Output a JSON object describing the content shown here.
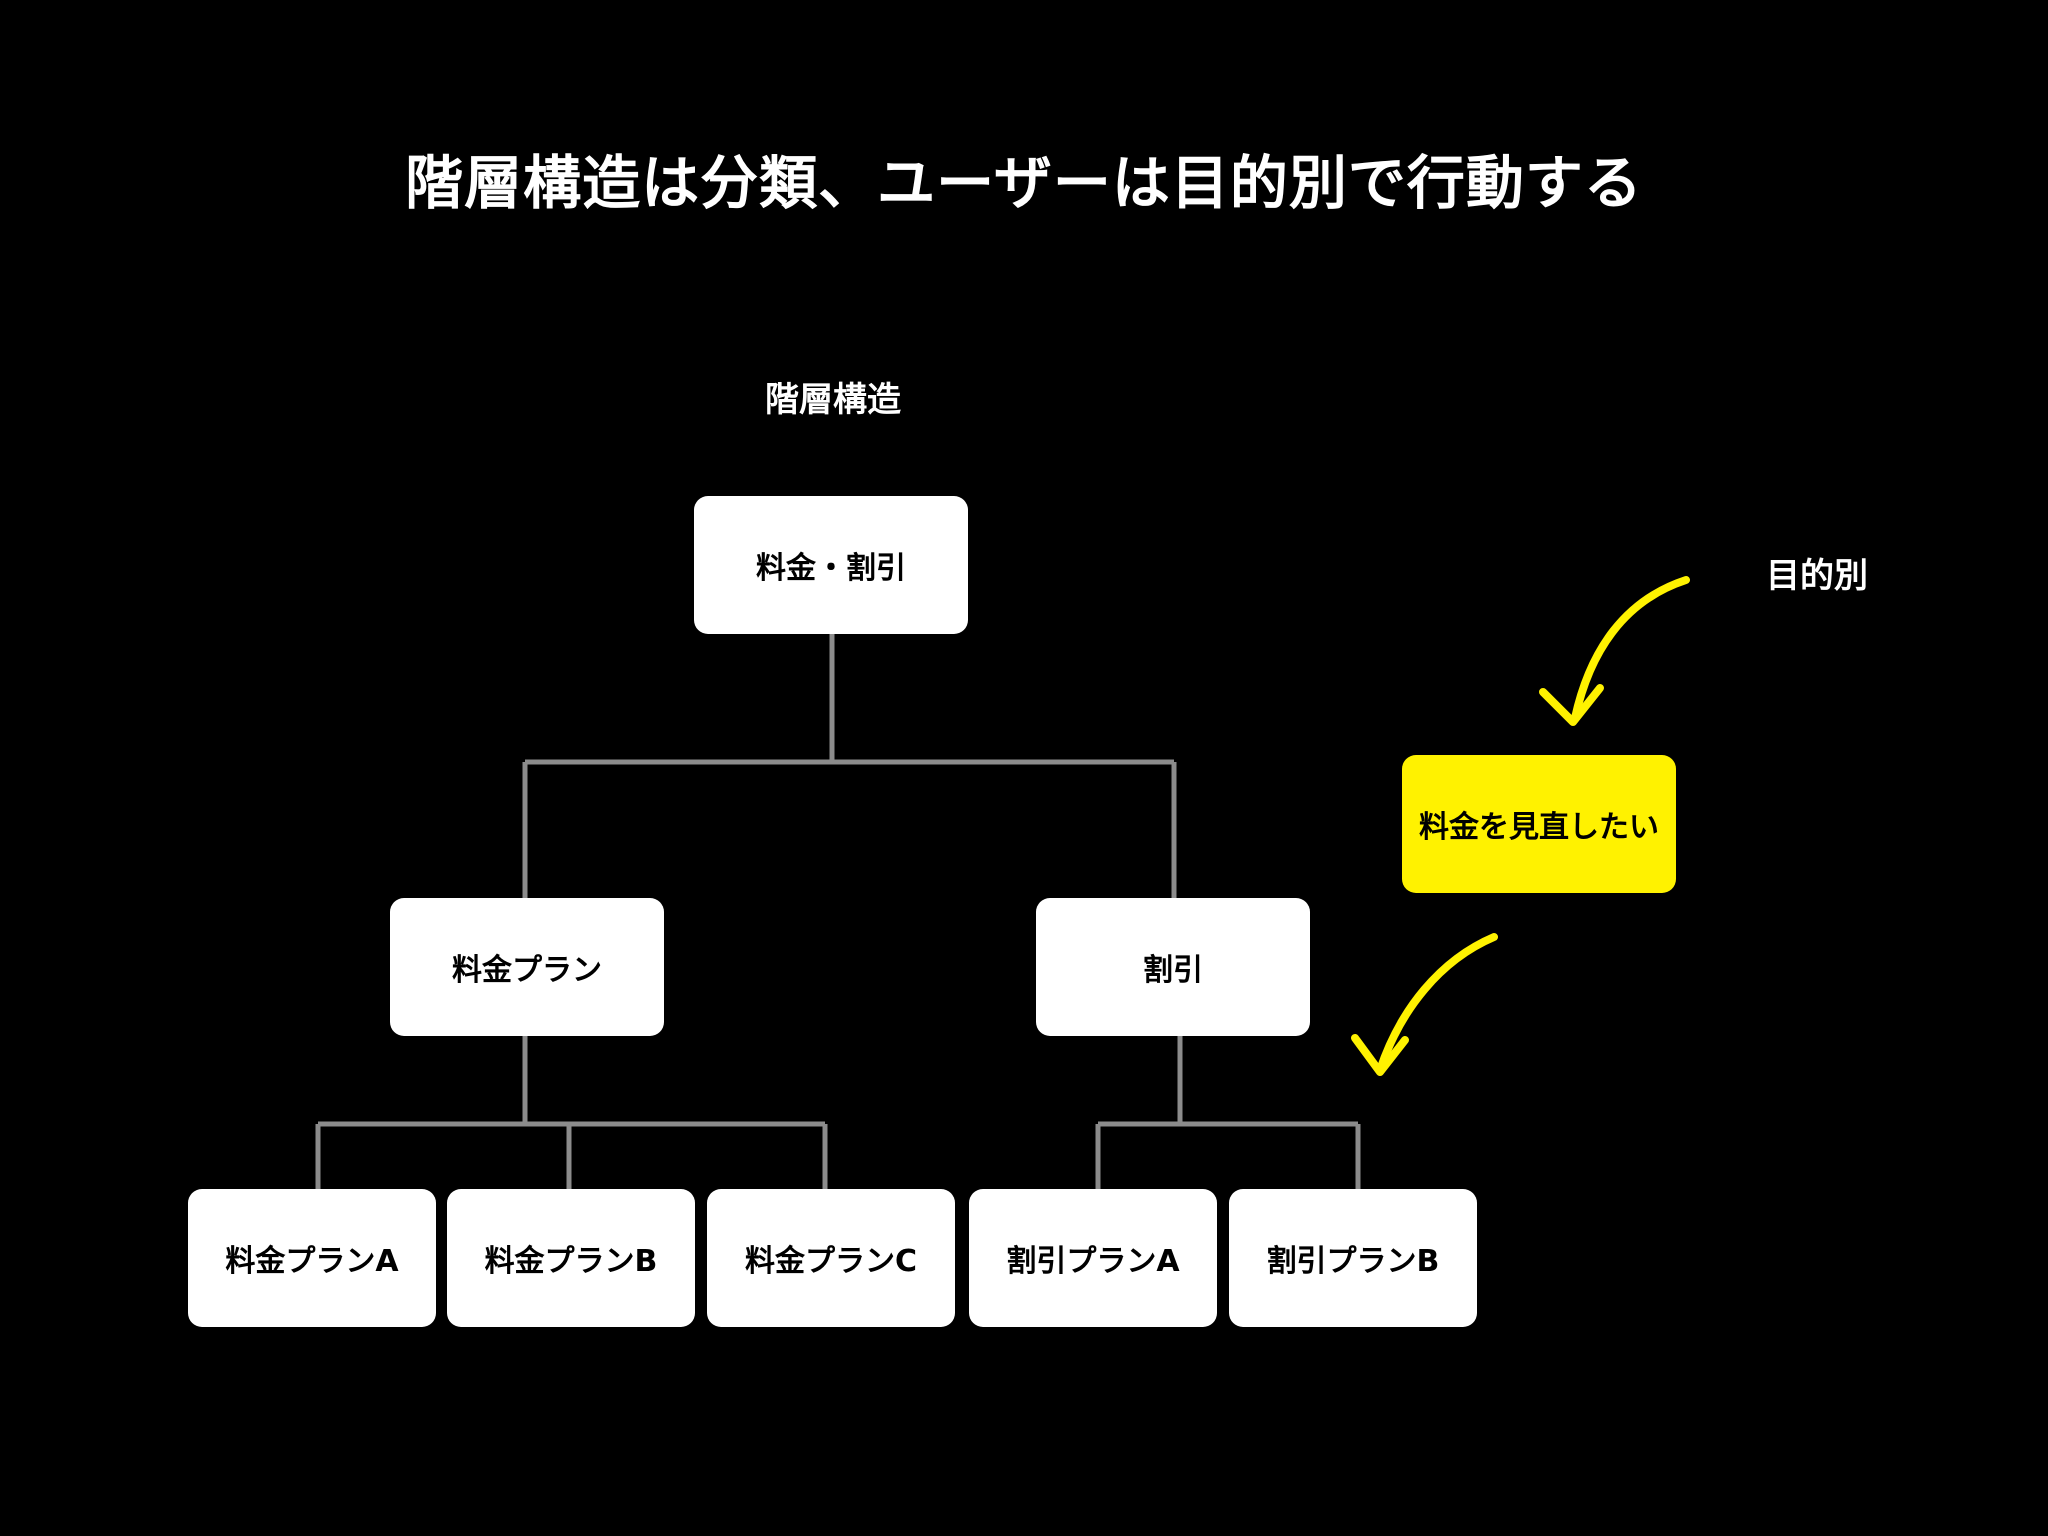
{
  "title": "階層構造は分類、ユーザーは目的別で行動する",
  "labels": {
    "hierarchy": "階層構造",
    "purpose": "目的別"
  },
  "tree": {
    "root": "料金・割引",
    "level2": [
      "料金プラン",
      "割引"
    ],
    "level3": [
      "料金プランA",
      "料金プランB",
      "料金プランC",
      "割引プランA",
      "割引プランB"
    ]
  },
  "purpose_box": "料金を見直したい",
  "colors": {
    "background": "#000000",
    "node": "#ffffff",
    "highlight": "#fff200",
    "connector": "#8c8c8c",
    "arrow": "#fff200"
  }
}
